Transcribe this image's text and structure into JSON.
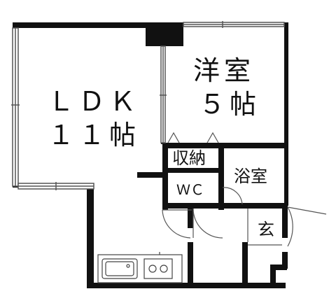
{
  "floor_plan": {
    "rooms": {
      "ldk": {
        "line1": "ＬＤＫ",
        "line2": "１１帖"
      },
      "western_room": {
        "line1": "洋室",
        "line2": "５帖"
      },
      "storage": {
        "label": "収納"
      },
      "bathroom": {
        "label": "浴室"
      },
      "wc": {
        "label": "ＷＣ"
      },
      "entrance": {
        "label": "玄"
      }
    },
    "fixtures": [
      "kitchen-sink",
      "gas-stove"
    ],
    "colors": {
      "wall": "#111111",
      "background": "#ffffff",
      "line": "#555555"
    }
  }
}
